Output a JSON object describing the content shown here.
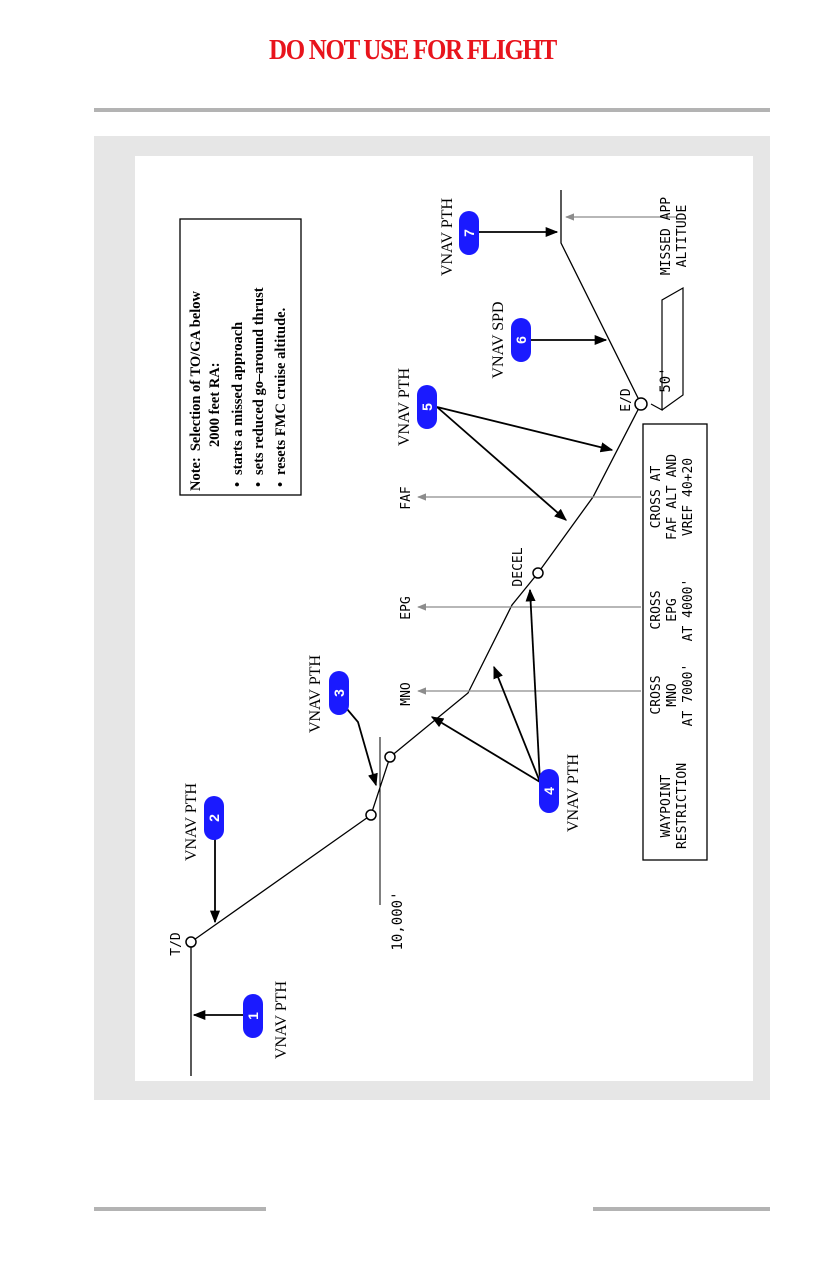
{
  "header": {
    "banner": "DO NOT USE FOR FLIGHT"
  },
  "colors": {
    "banner": "#e8141c",
    "badge": "#1a1aff",
    "gray_arrow": "#8c8c8c",
    "panel": "#e6e6e6"
  },
  "note": {
    "label": "Note:",
    "first_line": "Selection of TO/GA below",
    "second_line": "2000 feet RA:",
    "bullets": [
      "starts a missed approach",
      "sets reduced go–around thrust",
      "resets FMC cruise altitude."
    ]
  },
  "badges": [
    {
      "number": "1",
      "mode": "VNAV PTH"
    },
    {
      "number": "2",
      "mode": "VNAV PTH"
    },
    {
      "number": "3",
      "mode": "VNAV PTH"
    },
    {
      "number": "4",
      "mode": "VNAV PTH"
    },
    {
      "number": "5",
      "mode": "VNAV PTH"
    },
    {
      "number": "6",
      "mode": "VNAV SPD"
    },
    {
      "number": "7",
      "mode": "VNAV PTH"
    }
  ],
  "path_labels": {
    "td": "T/D",
    "ed": "E/D",
    "decel": "DECEL",
    "ten_thousand": "10,000'",
    "fifty_ft": "50'",
    "missed_app": [
      "MISSED APP",
      "ALTITUDE"
    ]
  },
  "waypoints": [
    "MNO",
    "EPG",
    "FAF"
  ],
  "restriction_table": {
    "header": [
      "WAYPOINT",
      "RESTRICTION"
    ],
    "columns": [
      [
        "CROSS",
        "MNO",
        "AT 7000'"
      ],
      [
        "CROSS",
        "EPG",
        "AT 4000'"
      ],
      [
        "CROSS AT",
        "FAF ALT AND",
        "VREF 40+20"
      ]
    ]
  }
}
